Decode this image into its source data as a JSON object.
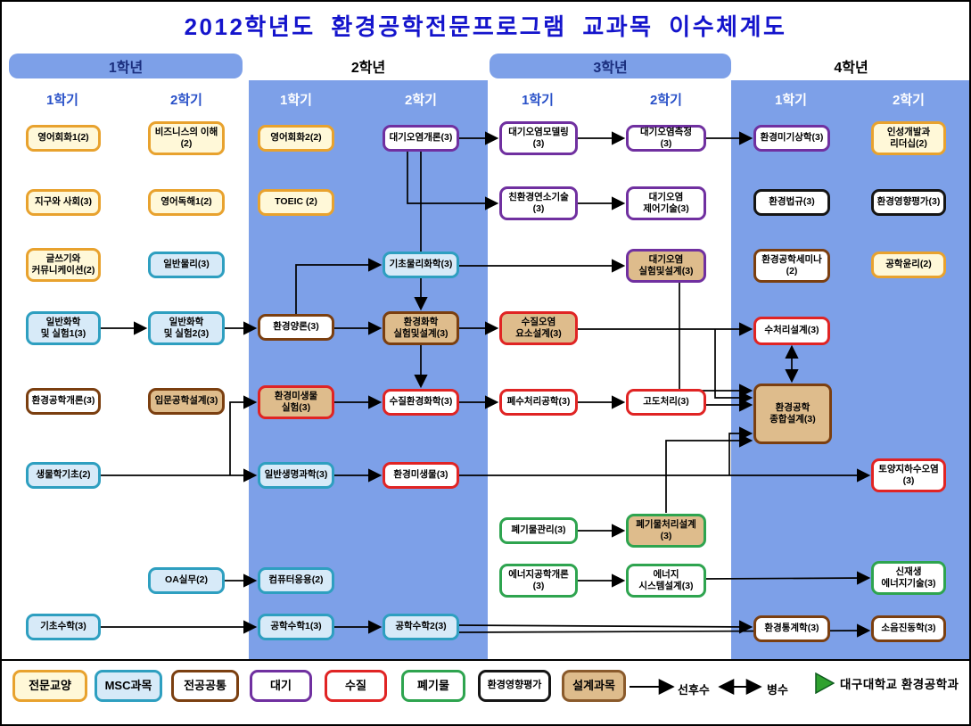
{
  "title": "2012학년도 환경공학전문프로그램 교과목 이수체계도",
  "grades": [
    {
      "label": "1학년"
    },
    {
      "label": "2학년"
    },
    {
      "label": "3학년"
    },
    {
      "label": "4학년"
    }
  ],
  "semester_labels": {
    "s1": "1학기",
    "s2": "2학기"
  },
  "colors": {
    "band_blue": "#7DA0E8",
    "title_blue": "#1414CC",
    "semester_text_blue": "#2850C8",
    "arrow_black": "#000000"
  },
  "categories": {
    "liberal": {
      "label": "전문교양",
      "border": "#E8A22E",
      "fill": "#FFF8D8"
    },
    "msc": {
      "label": "MSC과목",
      "border": "#2E9FC0",
      "fill": "#D7EAF8"
    },
    "major": {
      "label": "전공공통",
      "border": "#7B3F10",
      "fill": "#FFFFFF"
    },
    "air": {
      "label": "대기",
      "border": "#7030A0",
      "fill": "#FFFFFF"
    },
    "water": {
      "label": "수질",
      "border": "#E02424",
      "fill": "#FFFFFF"
    },
    "waste": {
      "label": "폐기물",
      "border": "#2EA44F",
      "fill": "#FFFFFF"
    },
    "eia": {
      "label": "환경영향평가",
      "border": "#151515",
      "fill": "#FFFFFF"
    },
    "design": {
      "label": "설계과목",
      "border": "#8A5A2B",
      "fill": "#DEBC8C"
    }
  },
  "courses": {
    "eng_conv1": {
      "label": "영어회화1(2)",
      "category": "전문교양",
      "grade": 1,
      "semester": 1
    },
    "earth_society": {
      "label": "지구와 사회(3)",
      "category": "전문교양",
      "grade": 1,
      "semester": 1
    },
    "writing_comm": {
      "label": "글쓰기와\n커뮤니케이션(2)",
      "category": "전문교양",
      "grade": 1,
      "semester": 1
    },
    "gen_chem1": {
      "label": "일반화학\n및 실험1(3)",
      "category": "MSC과목",
      "grade": 1,
      "semester": 1
    },
    "intro_env": {
      "label": "환경공학개론(3)",
      "category": "전공공통",
      "grade": 1,
      "semester": 1
    },
    "bio_basic": {
      "label": "생물학기초(2)",
      "category": "MSC과목",
      "grade": 1,
      "semester": 1
    },
    "basic_math": {
      "label": "기초수학(3)",
      "category": "MSC과목",
      "grade": 1,
      "semester": 1
    },
    "business": {
      "label": "비즈니스의 이해\n(2)",
      "category": "전문교양",
      "grade": 1,
      "semester": 2
    },
    "eng_read1": {
      "label": "영어독해1(2)",
      "category": "전문교양",
      "grade": 1,
      "semester": 2
    },
    "gen_physics": {
      "label": "일반물리(3)",
      "category": "MSC과목",
      "grade": 1,
      "semester": 2
    },
    "gen_chem2": {
      "label": "일반화학\n및 실험2(3)",
      "category": "MSC과목",
      "grade": 1,
      "semester": 2
    },
    "intro_design": {
      "label": "입문공학설계(3)",
      "category": "전공공통",
      "design": true,
      "grade": 1,
      "semester": 2
    },
    "oa": {
      "label": "OA실무(2)",
      "category": "MSC과목",
      "grade": 1,
      "semester": 2
    },
    "eng_conv2": {
      "label": "영어회화2(2)",
      "category": "전문교양",
      "grade": 2,
      "semester": 1
    },
    "toeic": {
      "label": "TOEIC (2)",
      "category": "전문교양",
      "grade": 2,
      "semester": 1
    },
    "env_stoich": {
      "label": "환경양론(3)",
      "category": "전공공통",
      "grade": 2,
      "semester": 1
    },
    "env_micro_lab": {
      "label": "환경미생물\n실험(3)",
      "category": "수질",
      "design": true,
      "grade": 2,
      "semester": 1
    },
    "gen_life_sci": {
      "label": "일반생명과학(3)",
      "category": "MSC과목",
      "grade": 2,
      "semester": 1
    },
    "computer_app": {
      "label": "컴퓨터응용(2)",
      "category": "MSC과목",
      "grade": 2,
      "semester": 1
    },
    "eng_math1": {
      "label": "공학수학1(3)",
      "category": "MSC과목",
      "grade": 2,
      "semester": 1
    },
    "air_intro": {
      "label": "대기오염개론(3)",
      "category": "대기",
      "grade": 2,
      "semester": 2
    },
    "phys_chem": {
      "label": "기초물리화학(3)",
      "category": "MSC과목",
      "grade": 2,
      "semester": 2
    },
    "env_chem_design": {
      "label": "환경화학\n실험및설계(3)",
      "category": "전공공통",
      "design": true,
      "grade": 2,
      "semester": 2
    },
    "water_env_chem": {
      "label": "수질환경화학(3)",
      "category": "수질",
      "grade": 2,
      "semester": 2
    },
    "env_micro": {
      "label": "환경미생물(3)",
      "category": "수질",
      "grade": 2,
      "semester": 2
    },
    "eng_math2": {
      "label": "공학수학2(3)",
      "category": "MSC과목",
      "grade": 2,
      "semester": 2
    },
    "air_modeling": {
      "label": "대기오염모델링\n(3)",
      "category": "대기",
      "grade": 3,
      "semester": 1
    },
    "eco_combustion": {
      "label": "친환경연소기술\n(3)",
      "category": "대기",
      "grade": 3,
      "semester": 1
    },
    "water_design": {
      "label": "수질오염\n요소설계(3)",
      "category": "수질",
      "design": true,
      "grade": 3,
      "semester": 1
    },
    "wastewater_eng": {
      "label": "폐수처리공학(3)",
      "category": "수질",
      "grade": 3,
      "semester": 1
    },
    "waste_mgmt": {
      "label": "폐기물관리(3)",
      "category": "폐기물",
      "grade": 3,
      "semester": 1
    },
    "energy_intro": {
      "label": "에너지공학개론\n(3)",
      "category": "폐기물",
      "grade": 3,
      "semester": 1
    },
    "air_measure": {
      "label": "대기오염측정\n(3)",
      "category": "대기",
      "grade": 3,
      "semester": 2
    },
    "air_control": {
      "label": "대기오염\n제어기술(3)",
      "category": "대기",
      "grade": 3,
      "semester": 2
    },
    "air_lab_design": {
      "label": "대기오염\n실험및설계(3)",
      "category": "대기",
      "design": true,
      "grade": 3,
      "semester": 2
    },
    "adv_treatment": {
      "label": "고도처리(3)",
      "category": "수질",
      "grade": 3,
      "semester": 2
    },
    "waste_design": {
      "label": "폐기물처리설계\n(3)",
      "category": "폐기물",
      "design": true,
      "grade": 3,
      "semester": 2
    },
    "energy_sys_design": {
      "label": "에너지\n시스템설계(3)",
      "category": "폐기물",
      "grade": 3,
      "semester": 2
    },
    "micro_meteo": {
      "label": "환경미기상학(3)",
      "category": "대기",
      "grade": 4,
      "semester": 1
    },
    "env_law": {
      "label": "환경법규(3)",
      "category": "환경영향평가",
      "grade": 4,
      "semester": 1
    },
    "env_seminar": {
      "label": "환경공학세미나\n(2)",
      "category": "전공공통",
      "grade": 4,
      "semester": 1
    },
    "water_treat_design": {
      "label": "수처리설계(3)",
      "category": "수질",
      "grade": 4,
      "semester": 1
    },
    "capstone": {
      "label": "환경공학\n종합설계(3)",
      "category": "전공공통",
      "design": true,
      "grade": 4,
      "semester": 1
    },
    "env_stats": {
      "label": "환경통계학(3)",
      "category": "전공공통",
      "grade": 4,
      "semester": 1
    },
    "character_leadership": {
      "label": "인성개발과\n리더십(2)",
      "category": "전문교양",
      "grade": 4,
      "semester": 2
    },
    "eia_course": {
      "label": "환경영향평가(3)",
      "category": "환경영향평가",
      "grade": 4,
      "semester": 2
    },
    "eng_ethics": {
      "label": "공학윤리(2)",
      "category": "전문교양",
      "grade": 4,
      "semester": 2
    },
    "soil_groundwater": {
      "label": "토양지하수오염\n(3)",
      "category": "수질",
      "grade": 4,
      "semester": 2
    },
    "renewable_energy": {
      "label": "신재생\n에너지기술(3)",
      "category": "폐기물",
      "grade": 4,
      "semester": 2
    },
    "noise_vibration": {
      "label": "소음진동학(3)",
      "category": "전공공통",
      "grade": 4,
      "semester": 2
    }
  },
  "relations": [
    {
      "from": "air_intro",
      "to": "air_modeling",
      "type": "선후수"
    },
    {
      "from": "air_modeling",
      "to": "air_measure",
      "type": "선후수"
    },
    {
      "from": "air_measure",
      "to": "micro_meteo",
      "type": "선후수"
    },
    {
      "from": "air_intro",
      "to": "eco_combustion",
      "type": "선후수"
    },
    {
      "from": "air_intro",
      "to": "air_lab_design",
      "type": "선후수"
    },
    {
      "from": "eco_combustion",
      "to": "air_control",
      "type": "선후수"
    },
    {
      "from": "air_lab_design",
      "to": "capstone",
      "type": "선후수"
    },
    {
      "from": "gen_chem1",
      "to": "gen_chem2",
      "type": "선후수"
    },
    {
      "from": "gen_chem2",
      "to": "env_stoich",
      "type": "선후수"
    },
    {
      "from": "env_stoich",
      "to": "phys_chem",
      "type": "선후수"
    },
    {
      "from": "env_stoich",
      "to": "env_chem_design",
      "type": "선후수"
    },
    {
      "from": "phys_chem",
      "to": "env_chem_design",
      "type": "선후수"
    },
    {
      "from": "env_chem_design",
      "to": "water_design",
      "type": "선후수"
    },
    {
      "from": "env_chem_design",
      "to": "water_env_chem",
      "type": "선후수"
    },
    {
      "from": "water_design",
      "to": "water_treat_design",
      "type": "선후수"
    },
    {
      "from": "water_design",
      "to": "capstone",
      "type": "선후수"
    },
    {
      "from": "env_micro_lab",
      "to": "water_env_chem",
      "type": "선후수"
    },
    {
      "from": "water_env_chem",
      "to": "wastewater_eng",
      "type": "선후수"
    },
    {
      "from": "wastewater_eng",
      "to": "adv_treatment",
      "type": "선후수"
    },
    {
      "from": "adv_treatment",
      "to": "capstone",
      "type": "선후수"
    },
    {
      "from": "water_treat_design",
      "to": "capstone",
      "type": "병수"
    },
    {
      "from": "bio_basic",
      "to": "gen_life_sci",
      "type": "선후수"
    },
    {
      "from": "bio_basic",
      "to": "env_micro_lab",
      "type": "선후수"
    },
    {
      "from": "gen_life_sci",
      "to": "env_micro",
      "type": "선후수"
    },
    {
      "from": "env_micro",
      "to": "soil_groundwater",
      "type": "선후수"
    },
    {
      "from": "env_micro",
      "to": "capstone",
      "type": "선후수"
    },
    {
      "from": "waste_mgmt",
      "to": "waste_design",
      "type": "선후수"
    },
    {
      "from": "waste_design",
      "to": "capstone",
      "type": "선후수"
    },
    {
      "from": "energy_intro",
      "to": "energy_sys_design",
      "type": "선후수"
    },
    {
      "from": "energy_sys_design",
      "to": "renewable_energy",
      "type": "선후수"
    },
    {
      "from": "oa",
      "to": "computer_app",
      "type": "선후수"
    },
    {
      "from": "basic_math",
      "to": "eng_math1",
      "type": "선후수"
    },
    {
      "from": "eng_math1",
      "to": "eng_math2",
      "type": "선후수"
    },
    {
      "from": "eng_math2",
      "to": "env_stats",
      "type": "선후수"
    },
    {
      "from": "eng_math2",
      "to": "noise_vibration",
      "type": "선후수"
    }
  ],
  "legend": {
    "prereq_label": "선후수",
    "concurrent_label": "병수",
    "logo_text": "대구대학교 환경공학과"
  }
}
